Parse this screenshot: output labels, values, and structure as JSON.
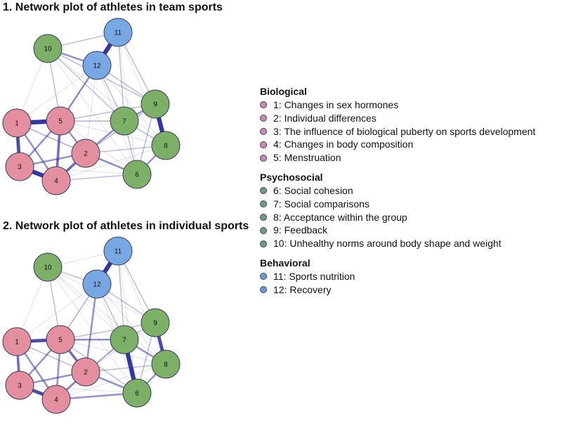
{
  "plots": [
    {
      "title": "1. Network plot of athletes in team sports",
      "edges": [
        [
          1,
          5,
          6
        ],
        [
          1,
          3,
          5
        ],
        [
          1,
          4,
          3
        ],
        [
          1,
          2,
          2
        ],
        [
          1,
          10,
          1
        ],
        [
          1,
          12,
          1
        ],
        [
          1,
          7,
          1
        ],
        [
          1,
          6,
          1
        ],
        [
          5,
          3,
          3
        ],
        [
          5,
          4,
          4
        ],
        [
          5,
          2,
          3
        ],
        [
          5,
          12,
          3
        ],
        [
          5,
          10,
          2
        ],
        [
          5,
          7,
          2
        ],
        [
          5,
          9,
          2
        ],
        [
          5,
          11,
          1
        ],
        [
          5,
          6,
          1
        ],
        [
          5,
          8,
          1
        ],
        [
          3,
          4,
          6
        ],
        [
          3,
          2,
          3
        ],
        [
          3,
          6,
          1
        ],
        [
          4,
          2,
          4
        ],
        [
          4,
          6,
          2
        ],
        [
          4,
          7,
          1
        ],
        [
          4,
          8,
          1
        ],
        [
          2,
          6,
          3
        ],
        [
          2,
          7,
          3
        ],
        [
          2,
          8,
          2
        ],
        [
          2,
          9,
          2
        ],
        [
          2,
          12,
          1
        ],
        [
          6,
          7,
          2
        ],
        [
          6,
          8,
          3
        ],
        [
          6,
          9,
          2
        ],
        [
          7,
          9,
          3
        ],
        [
          7,
          8,
          2
        ],
        [
          8,
          9,
          6
        ],
        [
          7,
          12,
          2
        ],
        [
          7,
          10,
          2
        ],
        [
          9,
          10,
          2
        ],
        [
          9,
          12,
          2
        ],
        [
          9,
          11,
          2
        ],
        [
          8,
          11,
          1
        ],
        [
          8,
          10,
          1
        ],
        [
          6,
          10,
          1
        ],
        [
          10,
          12,
          3
        ],
        [
          10,
          11,
          2
        ],
        [
          11,
          12,
          6
        ],
        [
          11,
          7,
          2
        ],
        [
          11,
          6,
          1
        ],
        [
          12,
          6,
          1
        ],
        [
          12,
          8,
          1
        ]
      ]
    },
    {
      "title": "2. Network plot of athletes in individual sports",
      "edges": [
        [
          1,
          5,
          5
        ],
        [
          1,
          3,
          4
        ],
        [
          1,
          4,
          3
        ],
        [
          1,
          2,
          2
        ],
        [
          1,
          10,
          1
        ],
        [
          1,
          12,
          1
        ],
        [
          1,
          7,
          1
        ],
        [
          5,
          3,
          3
        ],
        [
          5,
          4,
          3
        ],
        [
          5,
          2,
          4
        ],
        [
          5,
          12,
          2
        ],
        [
          5,
          10,
          2
        ],
        [
          5,
          7,
          3
        ],
        [
          5,
          9,
          2
        ],
        [
          5,
          11,
          1
        ],
        [
          5,
          6,
          2
        ],
        [
          5,
          8,
          1
        ],
        [
          3,
          4,
          5
        ],
        [
          3,
          2,
          3
        ],
        [
          3,
          6,
          1
        ],
        [
          4,
          2,
          3
        ],
        [
          4,
          6,
          3
        ],
        [
          4,
          7,
          2
        ],
        [
          4,
          8,
          1
        ],
        [
          2,
          6,
          3
        ],
        [
          2,
          7,
          2
        ],
        [
          2,
          8,
          2
        ],
        [
          2,
          9,
          1
        ],
        [
          2,
          12,
          3
        ],
        [
          6,
          7,
          6
        ],
        [
          6,
          8,
          3
        ],
        [
          6,
          9,
          2
        ],
        [
          7,
          9,
          2
        ],
        [
          7,
          8,
          3
        ],
        [
          8,
          9,
          5
        ],
        [
          7,
          12,
          2
        ],
        [
          7,
          10,
          1
        ],
        [
          9,
          10,
          1
        ],
        [
          9,
          12,
          2
        ],
        [
          9,
          11,
          2
        ],
        [
          8,
          11,
          1
        ],
        [
          8,
          10,
          1
        ],
        [
          6,
          10,
          1
        ],
        [
          10,
          12,
          2
        ],
        [
          10,
          11,
          1
        ],
        [
          11,
          12,
          6
        ],
        [
          11,
          7,
          2
        ],
        [
          11,
          6,
          1
        ],
        [
          12,
          6,
          1
        ],
        [
          12,
          8,
          1
        ]
      ]
    }
  ],
  "nodes": [
    {
      "id": 1,
      "label": "1",
      "group": "bio"
    },
    {
      "id": 2,
      "label": "2",
      "group": "bio"
    },
    {
      "id": 3,
      "label": "3",
      "group": "bio"
    },
    {
      "id": 4,
      "label": "4",
      "group": "bio"
    },
    {
      "id": 5,
      "label": "5",
      "group": "bio"
    },
    {
      "id": 6,
      "label": "6",
      "group": "psy"
    },
    {
      "id": 7,
      "label": "7",
      "group": "psy"
    },
    {
      "id": 8,
      "label": "8",
      "group": "psy"
    },
    {
      "id": 9,
      "label": "9",
      "group": "psy"
    },
    {
      "id": 10,
      "label": "10",
      "group": "psy"
    },
    {
      "id": 11,
      "label": "11",
      "group": "beh"
    },
    {
      "id": 12,
      "label": "12",
      "group": "beh"
    }
  ],
  "colors": {
    "bio": "#e38fa0",
    "psy": "#7cb066",
    "beh": "#78a8e3",
    "bio_dot": "#c98ab8",
    "psy_dot": "#6f9b8a",
    "beh_dot": "#6f98d8",
    "edge": "#2b2b9e"
  },
  "legend": {
    "groups": [
      {
        "key": "bio",
        "heading": "Biological",
        "items": [
          "1: Changes in sex hormones",
          "2: Individual differences",
          "3: The influence of biological puberty on sports development",
          "4: Changes in body composition",
          "5: Menstruation"
        ]
      },
      {
        "key": "psy",
        "heading": "Psychosocial",
        "items": [
          "6: Social cohesion",
          "7: Social comparisons",
          "8: Acceptance within the group",
          "9: Feedback",
          "10: Unhealthy norms around body shape and weight"
        ]
      },
      {
        "key": "beh",
        "heading": "Behavioral",
        "items": [
          "11: Sports nutrition",
          "12: Recovery"
        ]
      }
    ]
  }
}
